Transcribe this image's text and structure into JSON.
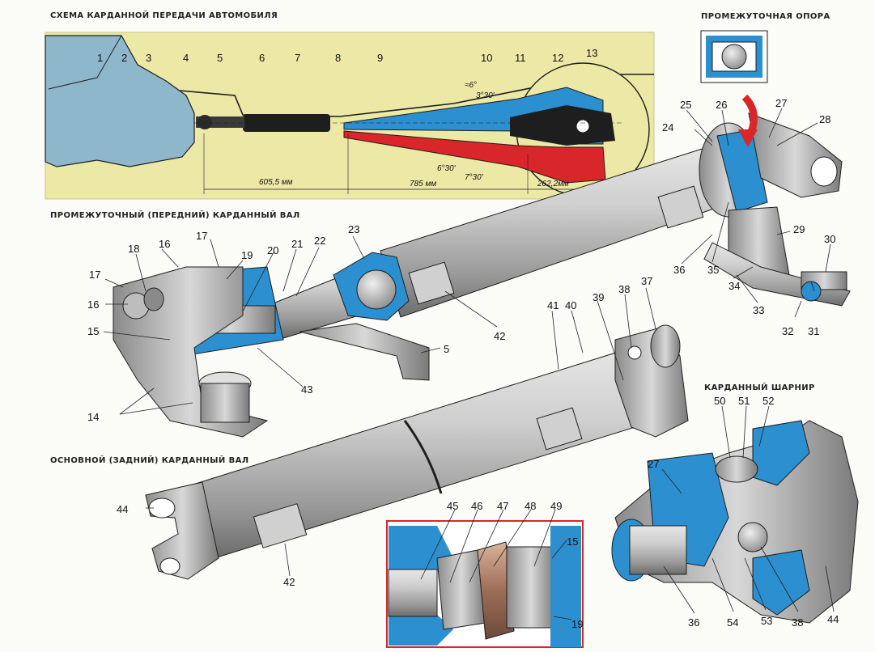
{
  "titles": {
    "scheme": "СХЕМА КАРДАННОЙ ПЕРЕДАЧИ АВТОМОБИЛЯ",
    "support": "ПРОМЕЖУТОЧНАЯ ОПОРА",
    "front_shaft": "ПРОМЕЖУТОЧНЫЙ (ПЕРЕДНИЙ) КАРДАННЫЙ ВАЛ",
    "rear_shaft": "ОСНОВНОЙ (ЗАДНИЙ) КАРДАННЫЙ ВАЛ",
    "joint": "КАРДАННЫЙ ШАРНИР"
  },
  "scheme_dimensions": {
    "d1": "605,5 мм",
    "d2": "785 мм",
    "d3": "262,2мм"
  },
  "scheme_angles": {
    "a1": "≈6°",
    "a2": "3°30'",
    "a3": "6°30'",
    "a4": "7°30'"
  },
  "scheme_callouts": [
    "1",
    "2",
    "3",
    "4",
    "5",
    "6",
    "7",
    "8",
    "9",
    "10",
    "11",
    "12",
    "13"
  ],
  "callouts": {
    "c14": "14",
    "c15a": "15",
    "c15b": "15",
    "c16a": "16",
    "c16b": "16",
    "c17a": "17",
    "c17b": "17",
    "c18": "18",
    "c19a": "19",
    "c19b": "19",
    "c20": "20",
    "c21": "21",
    "c22": "22",
    "c23": "23",
    "c24": "24",
    "c25": "25",
    "c26": "26",
    "c27a": "27",
    "c27b": "27",
    "c28": "28",
    "c29": "29",
    "c30": "30",
    "c31": "31",
    "c32": "32",
    "c33": "33",
    "c34": "34",
    "c35": "35",
    "c36a": "36",
    "c36b": "36",
    "c37": "37",
    "c38a": "38",
    "c38b": "38",
    "c39": "39",
    "c40": "40",
    "c41": "41",
    "c42a": "42",
    "c42b": "42",
    "c43": "43",
    "c44a": "44",
    "c44b": "44",
    "c45": "45",
    "c46": "46",
    "c47": "47",
    "c48": "48",
    "c49": "49",
    "c50": "50",
    "c51": "51",
    "c52": "52",
    "c53": "53",
    "c54": "54",
    "c5": "5"
  },
  "colors": {
    "scheme_bg": "#ece8a6",
    "shaft_metal": "#bdbdbd",
    "section_blue": "#2b8fd0",
    "red": "#d9262a",
    "outline": "#1e1e1e"
  }
}
